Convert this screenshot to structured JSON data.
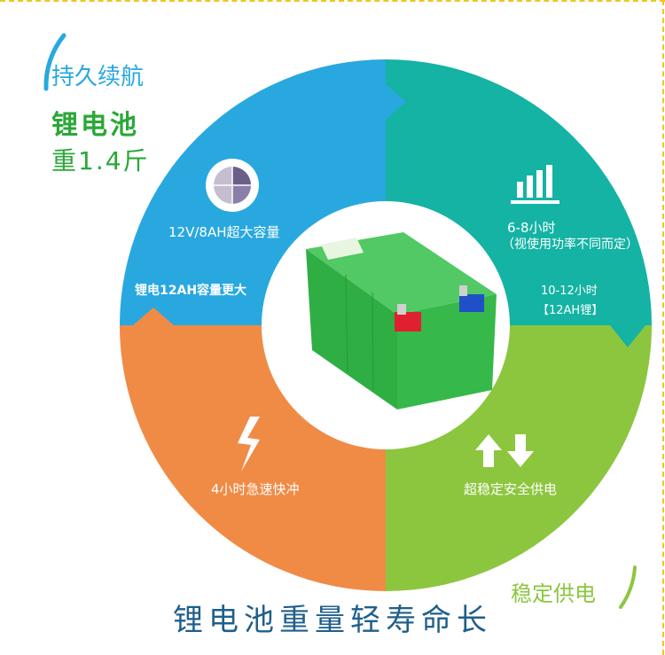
{
  "colors": {
    "blue": "#29a8df",
    "teal": "#14b3a4",
    "green": "#8cc63f",
    "orange": "#f08b46",
    "battery": "#3dbb4c",
    "title_green": "#2aa838",
    "title_blue": "#1f5f8a",
    "label_gray": "#6b8a8f"
  },
  "header": {
    "tagline": "持久续航",
    "product": "锂电池",
    "weight": "重1.4斤"
  },
  "quadrants": {
    "blue": {
      "icon": "pie-chart-icon",
      "capacity": "12V/8AH超大容量",
      "note": "锂电12AH容量更大"
    },
    "teal": {
      "icon": "bar-chart-icon",
      "hours": "6-8小时",
      "hours_note": "（视使用功率不同而定）",
      "li_hours": "10-12小时",
      "li_note": "【12AH锂】"
    },
    "orange": {
      "icon": "lightning-icon",
      "charge": "4小时急速快冲"
    },
    "green": {
      "icon": "up-down-arrows-icon",
      "supply": "超稳定安全供电"
    }
  },
  "footer": {
    "stable": "稳定供电",
    "slogan": "锂电池重量轻寿命长"
  }
}
